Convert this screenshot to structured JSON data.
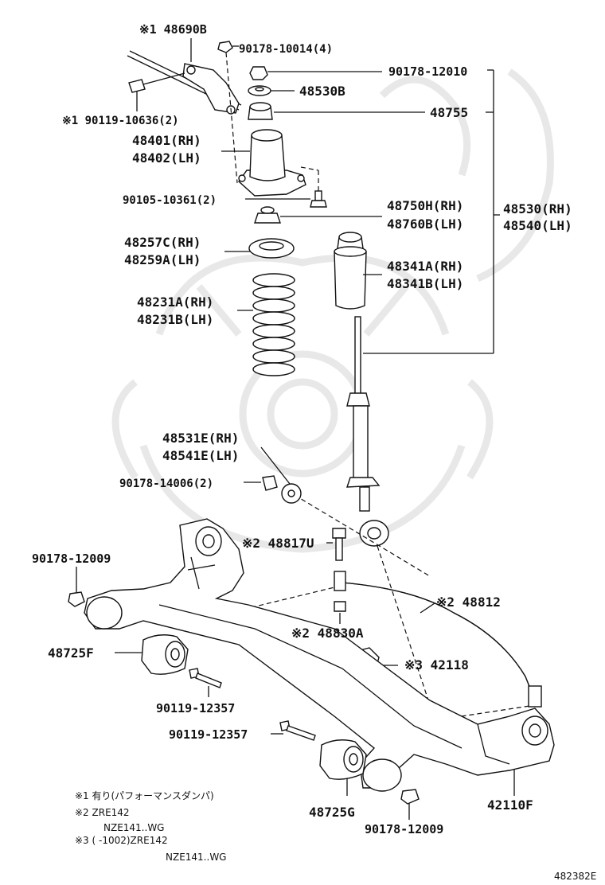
{
  "labels": {
    "l48690b": "※1 48690B",
    "l90178_10014": "90178-10014(4)",
    "l90178_12010": "90178-12010",
    "l48530b": "48530B",
    "l48755": "48755",
    "l90119_10636": "※1 90119-10636(2)",
    "l48401": "48401(RH)",
    "l48402": "48402(LH)",
    "l90105_10361": "90105-10361(2)",
    "l48750h": "48750H(RH)",
    "l48760b": "48760B(LH)",
    "l48530": "48530(RH)",
    "l48540": "48540(LH)",
    "l48257c": "48257C(RH)",
    "l48259a": "48259A(LH)",
    "l48341a": "48341A(RH)",
    "l48341b": "48341B(LH)",
    "l48231a": "48231A(RH)",
    "l48231b": "48231B(LH)",
    "l48531e": "48531E(RH)",
    "l48541e": "48541E(LH)",
    "l90178_14006": "90178-14006(2)",
    "l48817u": "※2 48817U",
    "l90178_12009a": "90178-12009",
    "l48812": "※2 48812",
    "l48830a": "※2 48830A",
    "l48725f": "48725F",
    "l42118": "※3 42118",
    "l90119_12357a": "90119-12357",
    "l90119_12357b": "90119-12357",
    "l42110f": "42110F",
    "l48725g": "48725G",
    "l90178_12009b": "90178-12009"
  },
  "footnotes": {
    "n1": "※1  有り(パフォーマンスダンパ)",
    "n2a": "※2  ZRE142",
    "n2b": "NZE141..WG",
    "n3a": "※3  (      -1002)ZRE142",
    "n3b": "NZE141..WG"
  },
  "diagram_id": "482382E"
}
